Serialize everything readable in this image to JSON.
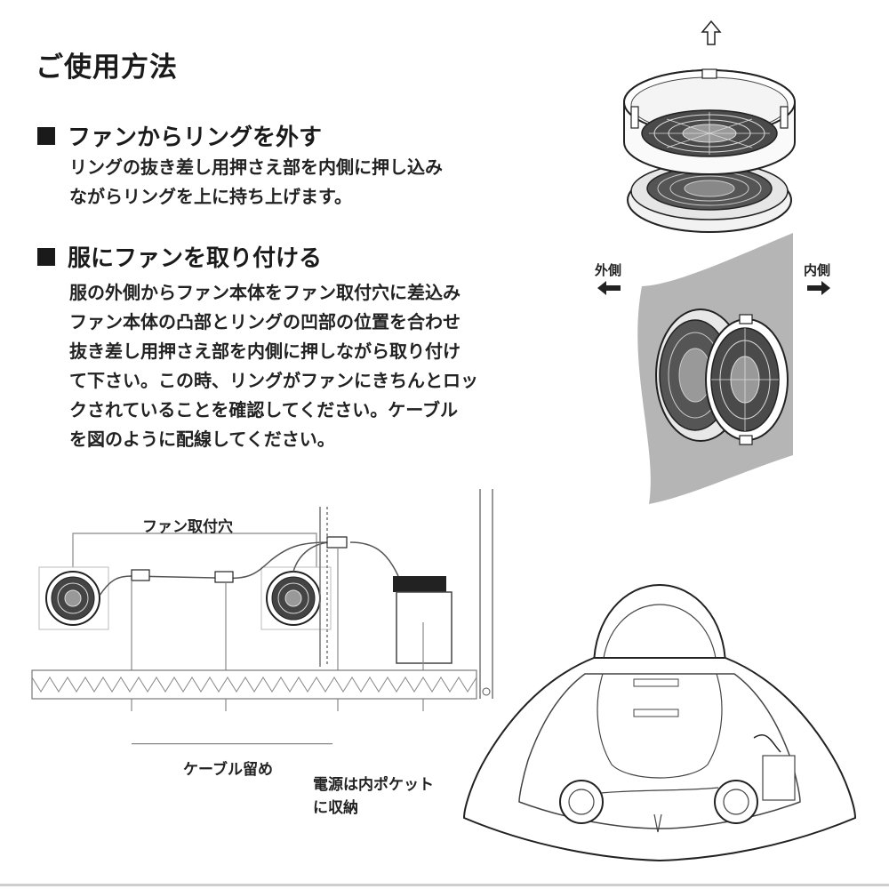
{
  "title": "ご使用方法",
  "section1": {
    "heading": "ファンからリングを外す",
    "lines": [
      "リングの抜き差し用押さえ部を内側に押し込み",
      "ながらリングを上に持ち上げます。"
    ]
  },
  "section2": {
    "heading": "服にファンを取り付ける",
    "lines": [
      "服の外側からファン本体をファン取付穴に差込み",
      "ファン本体の凸部とリングの凹部の位置を合わせ",
      "抜き差し用押さえ部を内側に押しながら取り付け",
      "て下さい。この時、リングがファンにきちんとロッ",
      "クされていることを確認してください。ケーブル",
      "を図のように配線してください。"
    ]
  },
  "side_labels": {
    "outside": "外側",
    "inside": "内側"
  },
  "diagram": {
    "fan_hole_label": "ファン取付穴",
    "cable_clip_label": "ケーブル留め",
    "power_label_line1": "電源は内ポケット",
    "power_label_line2": "に収納"
  },
  "icons": [
    "square-bullet-icon",
    "arrow-up-icon",
    "arrow-left-icon",
    "arrow-right-icon",
    "fan-ring-illustration",
    "fan-assembly-illustration",
    "wiring-diagram",
    "jacket-illustration"
  ]
}
